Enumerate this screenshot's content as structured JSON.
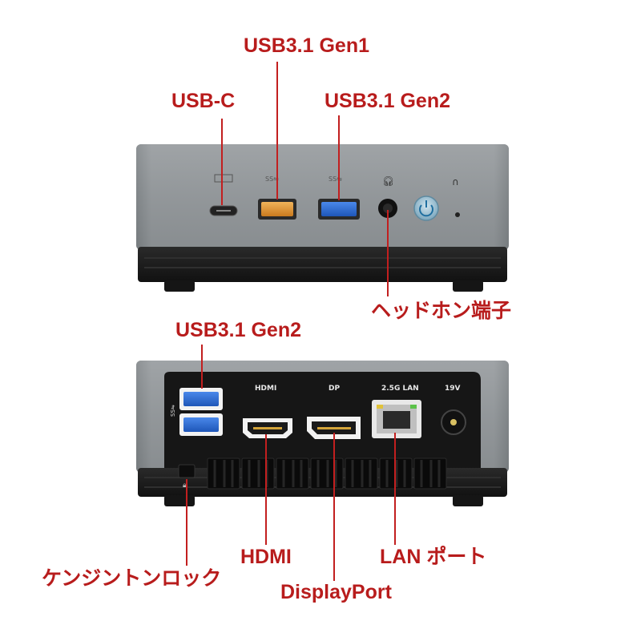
{
  "front": {
    "callouts": {
      "usb31_gen1": "USB3.1 Gen1",
      "usb_c": "USB-C",
      "usb31_gen2": "USB3.1 Gen2",
      "headphone": "ヘッドホン端子"
    }
  },
  "rear": {
    "callouts": {
      "usb31_gen2": "USB3.1 Gen2",
      "hdmi": "HDMI",
      "kensington": "ケンジントンロック",
      "displayport": "DisplayPort",
      "lan": "LAN ポート"
    },
    "port_labels": {
      "hdmi": "HDMI",
      "dp": "DP",
      "lan": "2.5G LAN",
      "power": "19V"
    }
  },
  "colors": {
    "callout_text": "#b81c1c",
    "leader_line": "#c21f1f",
    "chassis_silver": "#8c9194",
    "chassis_base": "#1c1c1c",
    "usb_gen2_blue": "#2f6fd6",
    "usb_gen1_orange": "#e39a3a"
  }
}
